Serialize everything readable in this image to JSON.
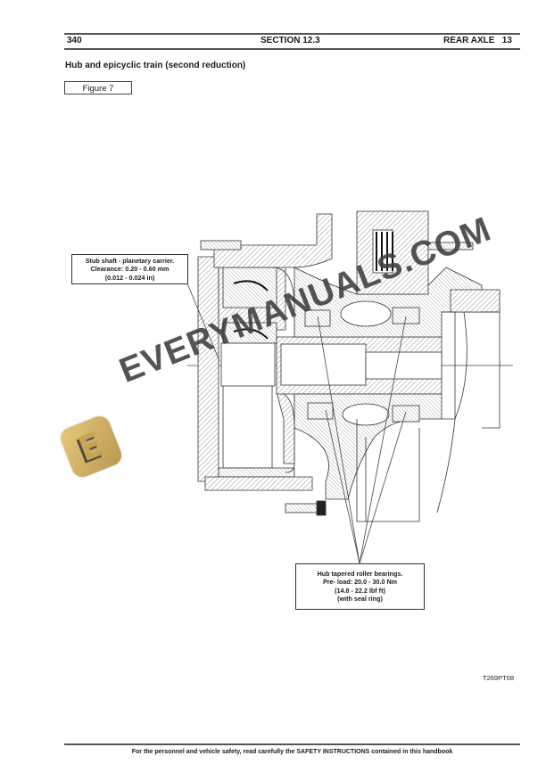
{
  "header": {
    "page_number": "340",
    "section": "SECTION 12.3",
    "chapter": "REAR AXLE",
    "chapter_number": "13"
  },
  "subtitle": "Hub and epicyclic train (second reduction)",
  "figure_label": "Figure 7",
  "callouts": {
    "stub_shaft": {
      "lines": [
        "Stub shaft - planetary carrier.",
        "Clearance: 0.20 - 0.60 mm",
        "(0.012 - 0.024 in)"
      ]
    },
    "hub_bearings": {
      "lines": [
        "Hub tapered roller bearings.",
        "Pre- load: 20.0 - 30.0 Nm",
        "(14.8 - 22.2 lbf ft)",
        "(with seal ring)"
      ]
    }
  },
  "drawing_code": "T269PT08",
  "watermark": {
    "text": "EVERYMANUALS.COM",
    "logo_letter": "E",
    "logo_color": "#d4b466"
  },
  "footer": "For the personnel and vehicle safety, read carefully the SAFETY INSTRUCTIONS contained in this handbook"
}
